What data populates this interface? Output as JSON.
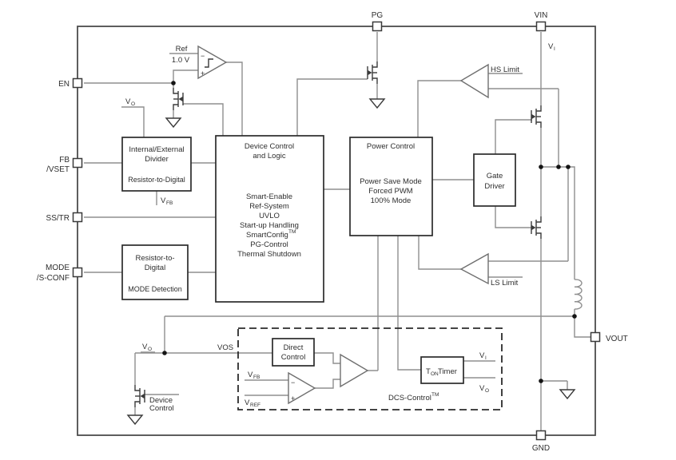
{
  "title": "DC/DC converter functional block diagram",
  "pins": {
    "en": "EN",
    "fb_line1": "FB",
    "fb_line2": "/VSET",
    "sstr": "SS/TR",
    "mode_line1": "MODE",
    "mode_line2": "/S-CONF",
    "pg": "PG",
    "vin": "VIN",
    "vout": "VOUT",
    "gnd": "GND"
  },
  "labels": {
    "vi_top": {
      "base": "V",
      "sub": "I"
    },
    "vo_top": {
      "base": "V",
      "sub": "O"
    },
    "vfb_stub": {
      "base": "V",
      "sub": "FB"
    },
    "vo_sense": {
      "base": "V",
      "sub": "O"
    },
    "vos": "VOS",
    "vfb_in": {
      "base": "V",
      "sub": "FB"
    },
    "vref_in": {
      "base": "V",
      "sub": "REF"
    },
    "vi_ton": {
      "base": "V",
      "sub": "I"
    },
    "vo_ton": {
      "base": "V",
      "sub": "O"
    },
    "hs_limit": "HS Limit",
    "ls_limit": "LS Limit",
    "ref_line1": "Ref",
    "ref_line2": "1.0 V",
    "fet_gate_line1": "Device",
    "fet_gate_line2": "Control",
    "minus": "−",
    "plus": "+"
  },
  "blocks": {
    "divider": {
      "l1": "Internal/External",
      "l2": "Divider",
      "l3": "Resistor-to-Digital"
    },
    "mode": {
      "l1": "Resistor-to-",
      "l2": "Digital",
      "l3": "MODE Detection"
    },
    "dcl": {
      "t1": "Device Control",
      "t2": "and Logic",
      "features": [
        "Smart-Enable",
        "Ref-System",
        "UVLO",
        "Start-up Handling",
        "SmartConfig",
        "PG-Control",
        "Thermal Shutdown"
      ],
      "tm": "TM"
    },
    "pc": {
      "t": "Power Control",
      "l1": "Power Save Mode",
      "l2": "Forced PWM",
      "l3": "100% Mode"
    },
    "gd": {
      "l1": "Gate",
      "l2": "Driver"
    },
    "direct": {
      "l1": "Direct",
      "l2": "Control"
    },
    "ton": {
      "base": "T",
      "sub": "ON",
      "rest": " Timer"
    },
    "dcs": {
      "base": "DCS-Control",
      "sup": "TM"
    }
  },
  "colors": {
    "wire": "#8f8f8f",
    "block_border": "#2b2b2b",
    "text": "#2e2e2e",
    "background": "#ffffff"
  }
}
